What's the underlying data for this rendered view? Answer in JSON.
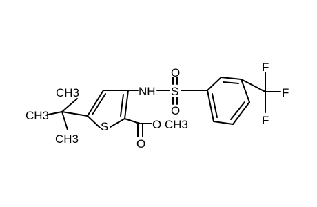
{
  "molecule": {
    "labels": {
      "ch3_top": "CH3",
      "ch3_left": "CH3",
      "ch3_bottom": "CH3",
      "sulfur_ring": "S",
      "nh": "NH",
      "sulfonyl_s": "S",
      "sulfonyl_o_top": "O",
      "sulfonyl_o_bottom": "O",
      "ester_o": "O",
      "carbonyl_o": "O",
      "methyl_ester": "CH3",
      "f_top": "F",
      "f_right": "F",
      "f_bottom": "F"
    },
    "colors": {
      "bond": "#000000",
      "text": "#000000",
      "background": "#ffffff"
    }
  }
}
